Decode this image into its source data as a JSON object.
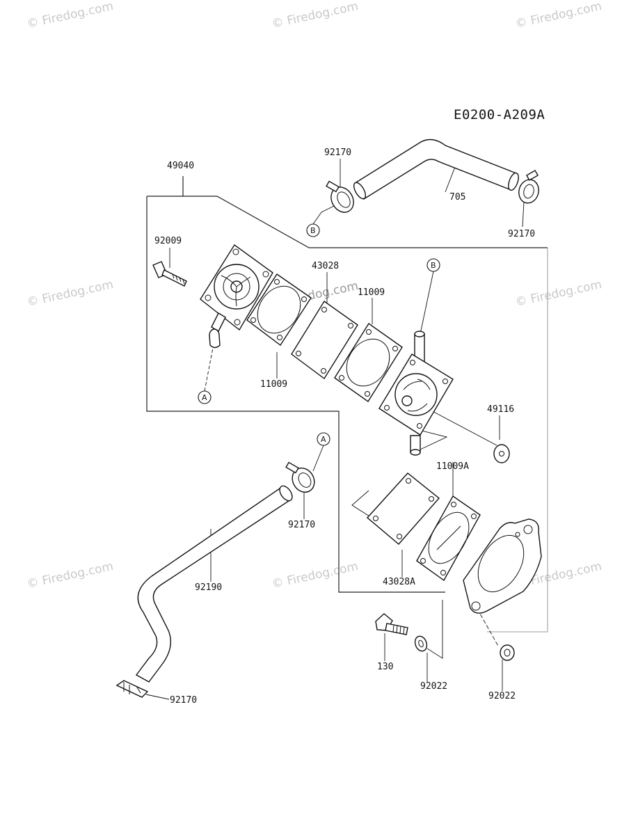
{
  "diagram_code": "E0200-A209A",
  "watermark": "© Firedog.com",
  "refs": {
    "a": "A",
    "b": "B"
  },
  "parts": {
    "p49040": "49040",
    "p92009": "92009",
    "p43028": "43028",
    "p11009_top": "11009",
    "p11009_left": "11009",
    "p49116": "49116",
    "p92170_top": "92170",
    "p705": "705",
    "p92170_right": "92170",
    "p92170_mid": "92170",
    "p92190": "92190",
    "p92170_bottom": "92170",
    "p11009A": "11009A",
    "p43028A": "43028A",
    "p130": "130",
    "p92022_left": "92022",
    "p92022_right": "92022"
  }
}
